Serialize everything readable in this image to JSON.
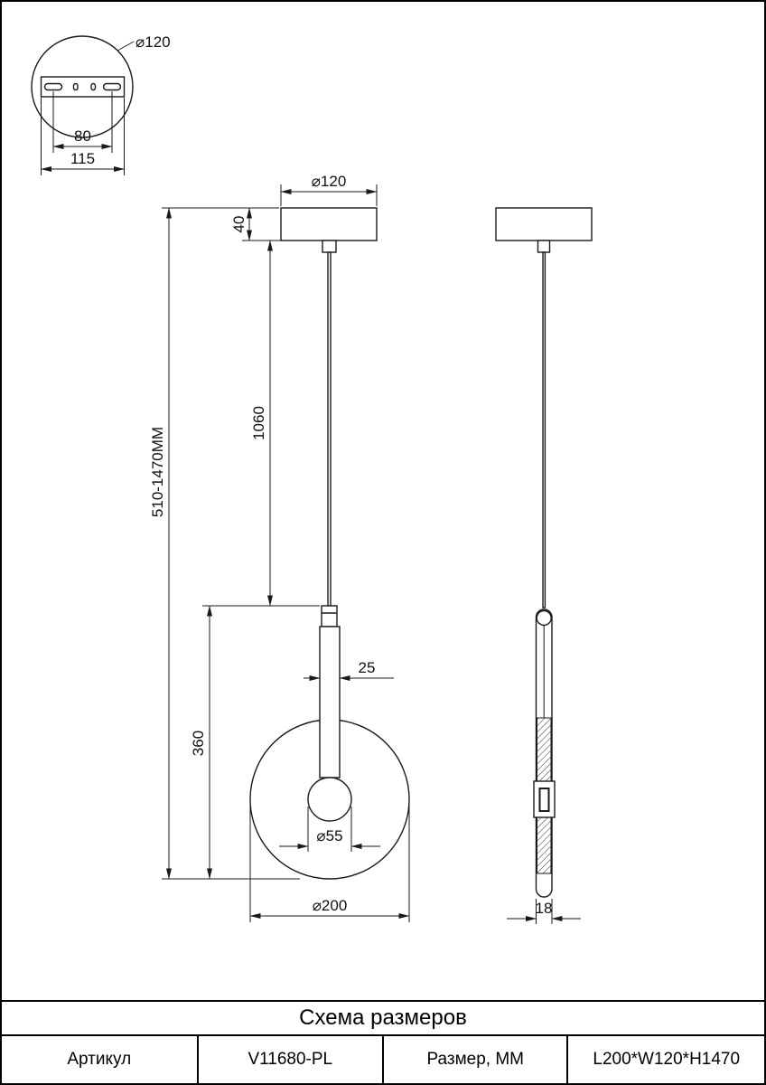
{
  "title_row": {
    "title": "Схема размеров"
  },
  "info_row": {
    "article_label": "Артикул",
    "article_value": "V11680-PL",
    "size_label": "Размер, ММ",
    "size_value": "L200*W120*H1470"
  },
  "dims": {
    "mount_diameter": "⌀120",
    "mount_hole_spacing": "80",
    "mount_width": "115",
    "canopy_diameter": "⌀120",
    "canopy_height": "40",
    "cord_length": "1060",
    "suspension_range": "510-1470MM",
    "stem_width": "25",
    "hub_diameter": "⌀55",
    "disc_diameter": "⌀200",
    "body_thickness": "18"
  },
  "colors": {
    "line": "#1a1a1a",
    "background": "#ffffff"
  }
}
